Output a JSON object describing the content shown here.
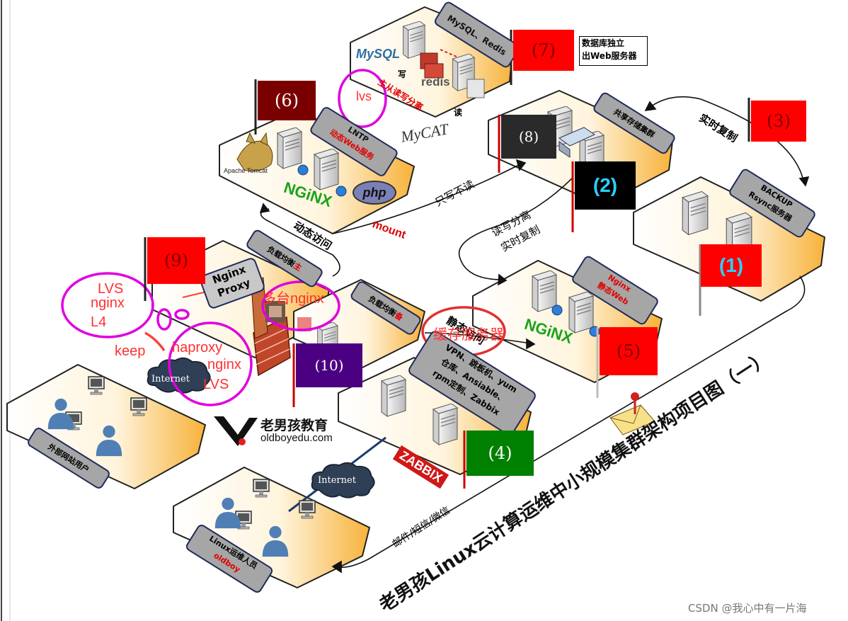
{
  "diagram": {
    "title": "老男孩Linux云计算运维中小规模集群架构项目图（一）",
    "watermark": "CSDN @我心中有一片海",
    "brand": {
      "name": "老男孩教育",
      "url": "oldboyedu.com"
    },
    "zones": {
      "external_users": "外部网站用户",
      "ops_staff": "Linux运维人员",
      "ops_staff_name": "oldboy",
      "lb_master_prefix": "负载均衡",
      "lb_master_suffix": "主",
      "lb_backup_prefix": "负载均衡",
      "lb_backup_suffix": "备",
      "nginx_proxy_line1": "Nginx",
      "nginx_proxy_line2": "Proxy",
      "dynamic_web_line1": "LNTP",
      "dynamic_web_line2": "动态Web服务",
      "static_web_line1": "Nginx",
      "static_web_line2": "静态Web",
      "db_label": "MySQL、Redis",
      "db_rw_split": "主从读写分离",
      "db_write": "写",
      "db_read": "读",
      "shared_storage": "共享存储集群",
      "backup_line1": "BACKUP",
      "backup_line2": "Rsync服务器",
      "mgmt_line1": "VPN、跳板机、yum",
      "mgmt_line2": "仓库、Ansiable、",
      "mgmt_line3": "rpm定制、Zabbix",
      "db_note_line1": "数据库独立",
      "db_note_line2": "出Web服务器"
    },
    "logos": {
      "nginx": "NGiNX",
      "php": "php",
      "tomcat": "Apache Tomcat",
      "mysql": "MySQL",
      "redis": "redis",
      "mycat": "MyCAT",
      "zabbix": "ZABBIX",
      "internet": "Internet"
    },
    "edges": {
      "dynamic_access": "动态访问",
      "mount": "mount",
      "write_only": "只写不读",
      "rw_split_line1": "读写分离",
      "rw_split_line2": "实时复制",
      "realtime_sync": "实时复制",
      "static_access": "静态访问",
      "alerts": "邮件/短信/微信"
    },
    "flags": [
      {
        "label": "(1)",
        "color": "#ff0000"
      },
      {
        "label": "(2)",
        "color": "#000000"
      },
      {
        "label": "(3)",
        "color": "#ff0000"
      },
      {
        "label": "(4)",
        "color": "#008000"
      },
      {
        "label": "(5)",
        "color": "#ff0000"
      },
      {
        "label": "(6)",
        "color": "#7a0000"
      },
      {
        "label": "(7)",
        "color": "#ff0000"
      },
      {
        "label": "(8)",
        "color": "#222222"
      },
      {
        "label": "(9)",
        "color": "#ff0000"
      },
      {
        "label": "(10)",
        "color": "#4b0082"
      }
    ],
    "annotations": {
      "lvs_note": "lvs",
      "lvs_nginx_l4_line1": "LVS",
      "lvs_nginx_l4_line2": "nginx",
      "lvs_nginx_l4_line3": "L4",
      "keep": "keep",
      "haproxy_line1": "haproxy",
      "haproxy_line2": "nginx",
      "haproxy_line3": "LVS",
      "multi_nginx": "多台nginx",
      "cache_server": "缓存服务器"
    },
    "colors": {
      "platform_fill": "#fde3a7",
      "platform_edge": "#f0a020",
      "label_box": "#a6a6a6",
      "label_border": "#1f2a5a",
      "annotation": "#ff3030",
      "ellipse_magenta": "#e000e0",
      "ellipse_red": "#e03030"
    }
  }
}
